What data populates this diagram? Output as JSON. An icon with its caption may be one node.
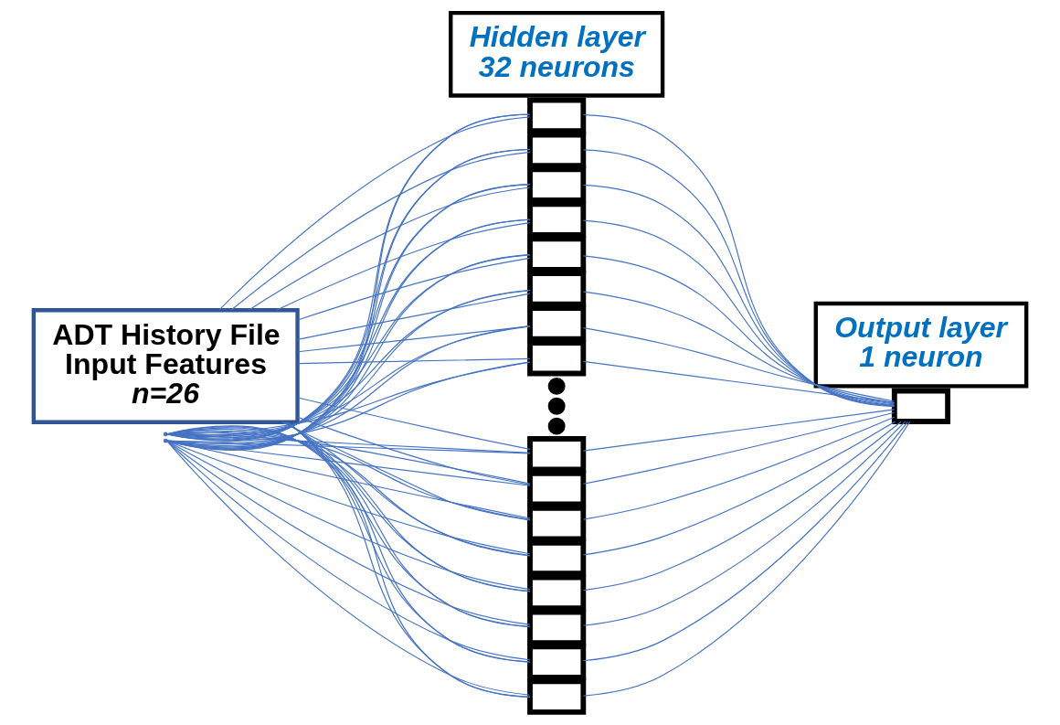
{
  "diagram": {
    "nodes": [
      {
        "text": [
          "Hidden layer",
          "32 neurons"
        ]
      },
      {
        "text": [
          "Output layer",
          "1 neuron"
        ]
      },
      {
        "text": [
          "ADT History File",
          "Input Features",
          "n=26"
        ]
      },
      {
        "text": [],
        "shape": "point"
      },
      {
        "text": [],
        "shape": "point"
      },
      {
        "text": [],
        "shape": "box"
      },
      {
        "text": [],
        "shape": "box"
      },
      {
        "text": [],
        "shape": "box"
      },
      {
        "text": [],
        "shape": "box"
      },
      {
        "text": [],
        "shape": "box"
      },
      {
        "text": [],
        "shape": "box"
      },
      {
        "text": [],
        "shape": "box"
      },
      {
        "text": [],
        "shape": "box"
      },
      {
        "text": [],
        "shape": "circle"
      },
      {
        "text": [],
        "shape": "circle"
      },
      {
        "text": [],
        "shape": "circle"
      },
      {
        "text": [],
        "shape": "box"
      },
      {
        "text": [],
        "shape": "box"
      },
      {
        "text": [],
        "shape": "box"
      },
      {
        "text": [],
        "shape": "box"
      },
      {
        "text": [],
        "shape": "box"
      },
      {
        "text": [],
        "shape": "box"
      },
      {
        "text": [],
        "shape": "box"
      },
      {
        "text": [],
        "shape": "box"
      },
      {
        "text": [],
        "shape": "box"
      }
    ],
    "edges": [
      {
        "from": 2,
        "to": 5,
        "arrow": "none"
      },
      {
        "from": 2,
        "to": 6,
        "arrow": "none"
      },
      {
        "from": 2,
        "to": 7,
        "arrow": "none"
      },
      {
        "from": 2,
        "to": 8,
        "arrow": "none"
      },
      {
        "from": 2,
        "to": 9,
        "arrow": "none"
      },
      {
        "from": 2,
        "to": 10,
        "arrow": "none"
      },
      {
        "from": 2,
        "to": 11,
        "arrow": "none"
      },
      {
        "from": 2,
        "to": 12,
        "arrow": "none"
      },
      {
        "from": 2,
        "to": 16,
        "arrow": "none"
      },
      {
        "from": 2,
        "to": 17,
        "arrow": "none"
      },
      {
        "from": 2,
        "to": 18,
        "arrow": "none"
      },
      {
        "from": 2,
        "to": 19,
        "arrow": "none"
      },
      {
        "from": 2,
        "to": 20,
        "arrow": "none"
      },
      {
        "from": 2,
        "to": 21,
        "arrow": "none"
      },
      {
        "from": 2,
        "to": 22,
        "arrow": "none"
      },
      {
        "from": 2,
        "to": 23,
        "arrow": "none"
      },
      {
        "from": 3,
        "to": 5,
        "arrow": "none"
      },
      {
        "from": 3,
        "to": 6,
        "arrow": "none"
      },
      {
        "from": 3,
        "to": 7,
        "arrow": "none"
      },
      {
        "from": 3,
        "to": 8,
        "arrow": "none"
      },
      {
        "from": 3,
        "to": 9,
        "arrow": "none"
      },
      {
        "from": 3,
        "to": 10,
        "arrow": "none"
      },
      {
        "from": 3,
        "to": 11,
        "arrow": "none"
      },
      {
        "from": 3,
        "to": 12,
        "arrow": "none"
      },
      {
        "from": 3,
        "to": 16,
        "arrow": "none"
      },
      {
        "from": 3,
        "to": 17,
        "arrow": "none"
      },
      {
        "from": 3,
        "to": 18,
        "arrow": "none"
      },
      {
        "from": 3,
        "to": 19,
        "arrow": "none"
      },
      {
        "from": 3,
        "to": 20,
        "arrow": "none"
      },
      {
        "from": 3,
        "to": 21,
        "arrow": "none"
      },
      {
        "from": 3,
        "to": 22,
        "arrow": "none"
      },
      {
        "from": 3,
        "to": 23,
        "arrow": "none"
      },
      {
        "from": 4,
        "to": 5,
        "arrow": "none"
      },
      {
        "from": 4,
        "to": 6,
        "arrow": "none"
      },
      {
        "from": 4,
        "to": 7,
        "arrow": "none"
      },
      {
        "from": 4,
        "to": 8,
        "arrow": "none"
      },
      {
        "from": 4,
        "to": 9,
        "arrow": "none"
      },
      {
        "from": 4,
        "to": 10,
        "arrow": "none"
      },
      {
        "from": 4,
        "to": 11,
        "arrow": "none"
      },
      {
        "from": 4,
        "to": 12,
        "arrow": "none"
      },
      {
        "from": 4,
        "to": 16,
        "arrow": "none"
      },
      {
        "from": 4,
        "to": 17,
        "arrow": "none"
      },
      {
        "from": 4,
        "to": 18,
        "arrow": "none"
      },
      {
        "from": 4,
        "to": 19,
        "arrow": "none"
      },
      {
        "from": 4,
        "to": 20,
        "arrow": "none"
      },
      {
        "from": 4,
        "to": 21,
        "arrow": "none"
      },
      {
        "from": 4,
        "to": 22,
        "arrow": "none"
      },
      {
        "from": 4,
        "to": 23,
        "arrow": "none"
      },
      {
        "from": 5,
        "to": 24,
        "arrow": "none"
      },
      {
        "from": 6,
        "to": 24,
        "arrow": "none"
      },
      {
        "from": 7,
        "to": 24,
        "arrow": "none"
      },
      {
        "from": 8,
        "to": 24,
        "arrow": "none"
      },
      {
        "from": 9,
        "to": 24,
        "arrow": "none"
      },
      {
        "from": 10,
        "to": 24,
        "arrow": "none"
      },
      {
        "from": 11,
        "to": 24,
        "arrow": "none"
      },
      {
        "from": 12,
        "to": 24,
        "arrow": "none"
      },
      {
        "from": 16,
        "to": 24,
        "arrow": "none"
      },
      {
        "from": 17,
        "to": 24,
        "arrow": "none"
      },
      {
        "from": 18,
        "to": 24,
        "arrow": "none"
      },
      {
        "from": 19,
        "to": 24,
        "arrow": "none"
      },
      {
        "from": 20,
        "to": 24,
        "arrow": "none"
      },
      {
        "from": 21,
        "to": 24,
        "arrow": "none"
      },
      {
        "from": 22,
        "to": 24,
        "arrow": "none"
      },
      {
        "from": 23,
        "to": 24,
        "arrow": "none"
      }
    ]
  }
}
